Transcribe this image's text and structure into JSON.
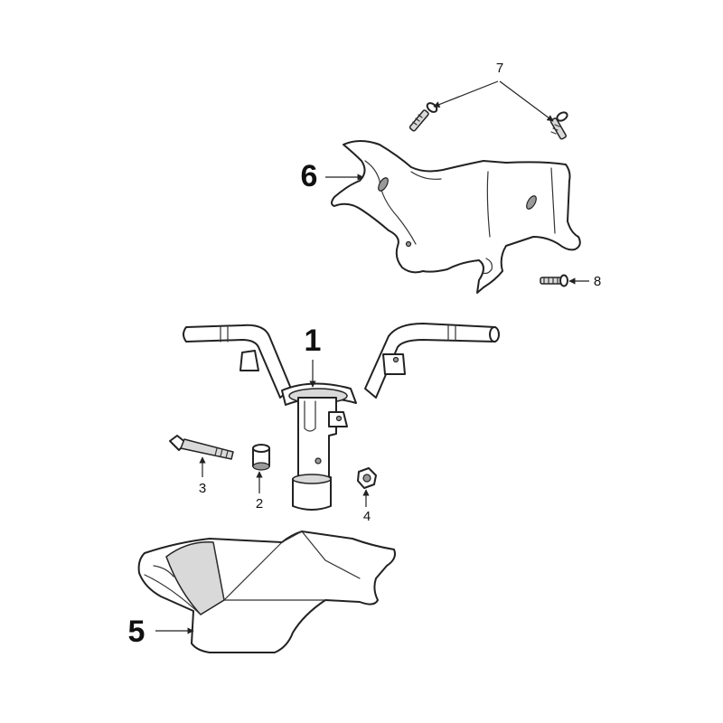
{
  "callouts": {
    "part_1": "1",
    "part_2": "2",
    "part_3": "3",
    "part_4": "4",
    "part_5": "5",
    "part_6": "6",
    "part_7": "7",
    "part_8": "8"
  }
}
